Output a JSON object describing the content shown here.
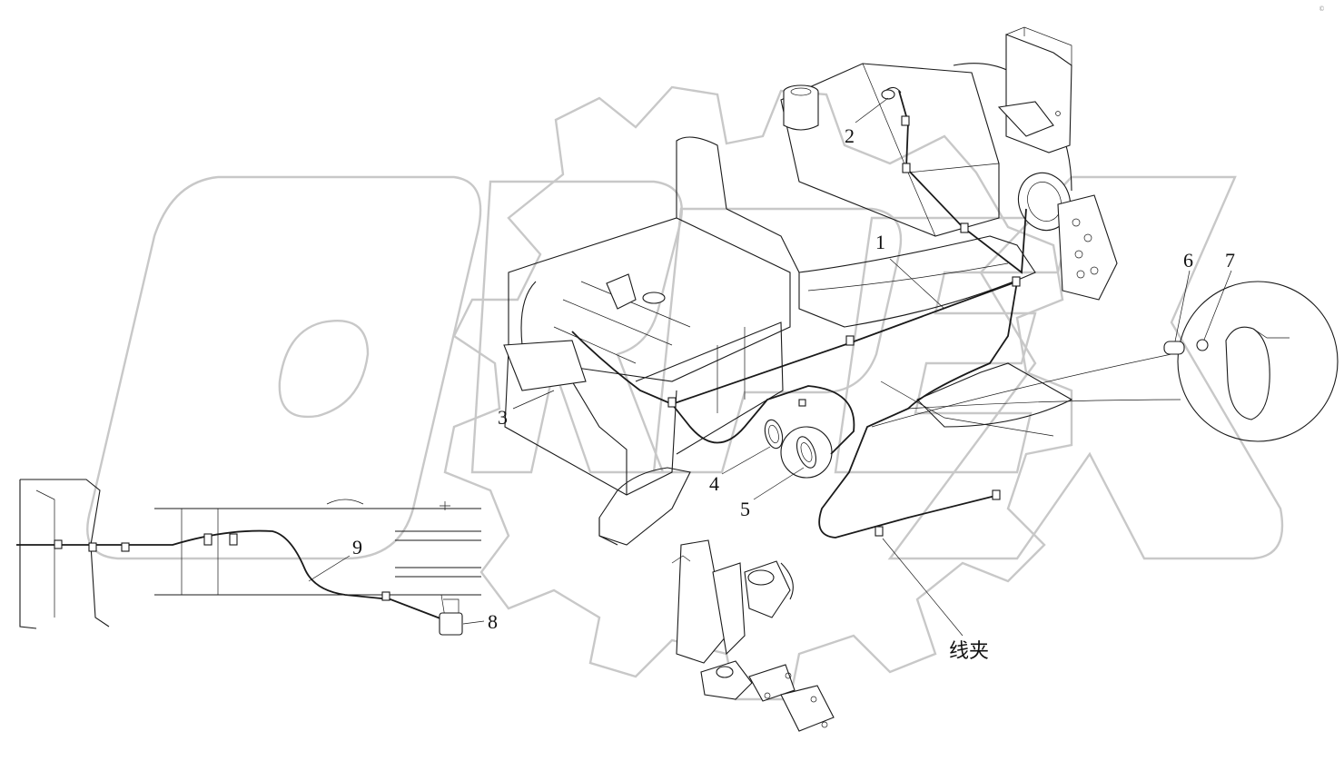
{
  "diagram": {
    "watermark": {
      "brand_lettering": "ORPEX",
      "emblem": "gear-logo"
    },
    "corner_mark": "©",
    "callouts": [
      {
        "id": "1",
        "label": "1"
      },
      {
        "id": "2",
        "label": "2"
      },
      {
        "id": "3",
        "label": "3"
      },
      {
        "id": "4",
        "label": "4"
      },
      {
        "id": "5",
        "label": "5"
      },
      {
        "id": "6",
        "label": "6"
      },
      {
        "id": "7",
        "label": "7"
      },
      {
        "id": "8",
        "label": "8"
      },
      {
        "id": "9",
        "label": "9"
      },
      {
        "id": "clip",
        "label": "线夹"
      }
    ]
  }
}
